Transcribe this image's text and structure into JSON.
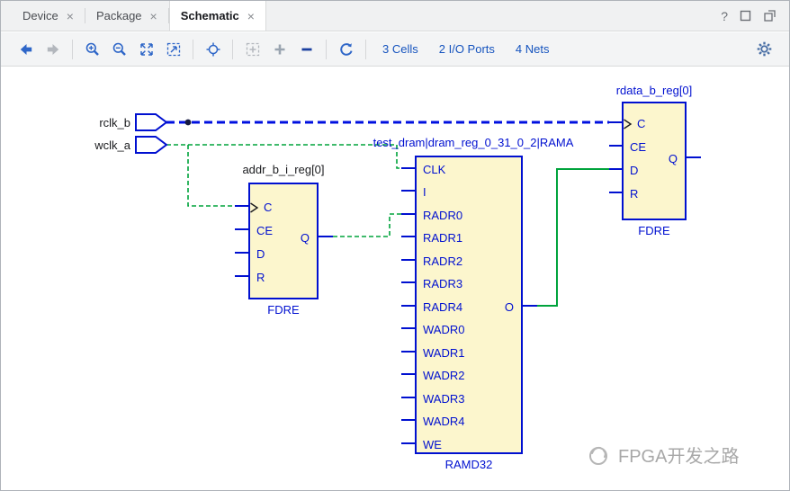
{
  "window": {
    "tabs": [
      {
        "label": "Device",
        "active": false
      },
      {
        "label": "Package",
        "active": false
      },
      {
        "label": "Schematic",
        "active": true
      }
    ],
    "close_glyph": "×",
    "help_glyph": "?"
  },
  "toolbar": {
    "counts": {
      "cells": "3 Cells",
      "io_ports": "2 I/O Ports",
      "nets": "4 Nets"
    }
  },
  "schematic": {
    "ports": [
      {
        "name": "rclk_b"
      },
      {
        "name": "wclk_a"
      }
    ],
    "cells": [
      {
        "name": "addr_b_i_reg[0]",
        "type": "FDRE",
        "pins_left": [
          "C",
          "CE",
          "D",
          "R"
        ],
        "pins_right": [
          "Q"
        ]
      },
      {
        "name": "test_dram|dram_reg_0_31_0_2|RAMA",
        "type": "RAMD32",
        "pins_left": [
          "CLK",
          "I",
          "RADR0",
          "RADR1",
          "RADR2",
          "RADR3",
          "RADR4",
          "WADR0",
          "WADR1",
          "WADR2",
          "WADR3",
          "WADR4",
          "WE"
        ],
        "pins_right": [
          "O"
        ]
      },
      {
        "name": "rdata_b_reg[0]",
        "type": "FDRE",
        "pins_left": [
          "C",
          "CE",
          "D",
          "R"
        ],
        "pins_right": [
          "Q"
        ]
      }
    ],
    "watermark": "FPGA开发之路"
  },
  "colors": {
    "cell_fill": "#FCF6CD",
    "cell_border": "#0010D0",
    "pin_text": "#0010D0",
    "selected_net_blue": "#0010E0",
    "clock_net_green": "#00A33C",
    "toolbar_link_blue": "#1553BE"
  }
}
